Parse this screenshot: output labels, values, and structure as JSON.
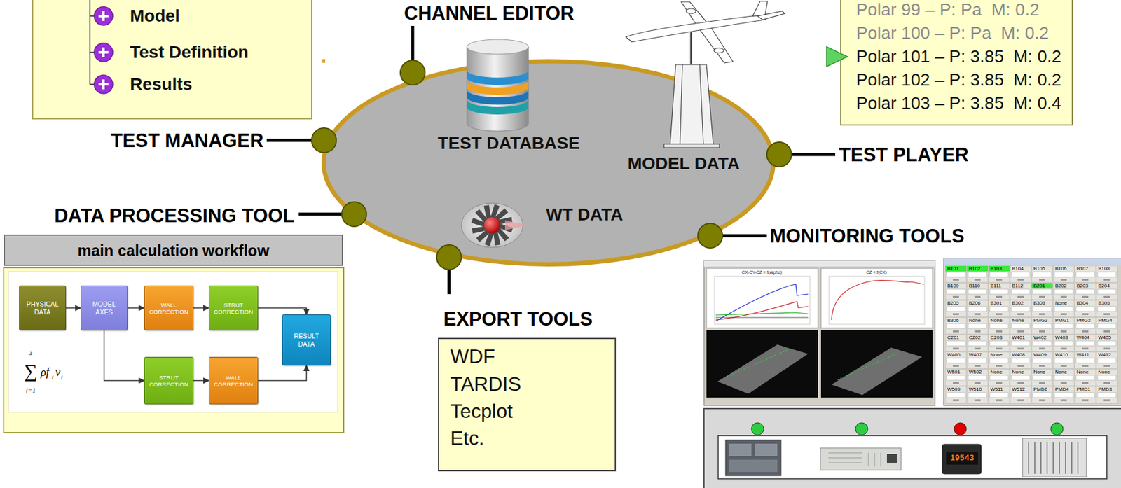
{
  "diagram": {
    "nodes": [
      {
        "text": [
          "Model",
          "Test Definition",
          "Results"
        ]
      },
      {
        "text": [
          "TEST DATABASE",
          "MODEL DATA",
          "WT DATA"
        ]
      },
      {
        "text": [
          "Polar 99 – P: Pa  M: 0.2",
          "Polar 100 – P: Pa  M: 0.2",
          "Polar 101 – P: 3.85  M: 0.2",
          "Polar 102 – P: 3.85  M: 0.2",
          "Polar 103 – P: 3.85  M: 0.4"
        ]
      },
      {
        "text": [
          "main calculation workflow"
        ]
      },
      {
        "text": [
          "PHYSICAL DATA"
        ]
      },
      {
        "text": [
          "MODEL AXES"
        ]
      },
      {
        "text": [
          "WALL CORRECTION"
        ]
      },
      {
        "text": [
          "STRUT CORRECTION"
        ]
      },
      {
        "text": [
          "RESULT DATA"
        ]
      },
      {
        "text": [
          "STRUT CORRECTION"
        ]
      },
      {
        "text": [
          "WALL CORRECTION"
        ]
      },
      {
        "text": [
          "WDF",
          "TARDIS",
          "Tecplot",
          "Etc."
        ]
      }
    ],
    "edges": [
      {
        "from": 4,
        "to": 5,
        "arrow": "to"
      },
      {
        "from": 5,
        "to": 6,
        "arrow": "to"
      },
      {
        "from": 6,
        "to": 7,
        "arrow": "to"
      },
      {
        "from": 7,
        "to": 8,
        "arrow": "to"
      },
      {
        "from": 5,
        "to": 9,
        "arrow": "to"
      },
      {
        "from": 9,
        "to": 10,
        "arrow": "to"
      },
      {
        "from": 10,
        "to": 8,
        "arrow": "to"
      }
    ],
    "labels": [
      "CHANNEL EDITOR",
      "TEST MANAGER",
      "DATA PROCESSING TOOL",
      "EXPORT TOOLS",
      "MONITORING TOOLS",
      "TEST PLAYER",
      "3",
      "∑",
      "i=1",
      "ρf",
      "i",
      "v",
      "i",
      "CX-CY-CZ = f(Alpha)",
      "CZ = f(CX)",
      "19543",
      "B101",
      "B102",
      "B103",
      "B104",
      "B105",
      "B106",
      "B107",
      "B108",
      "B109",
      "B110",
      "B111",
      "B112",
      "B201",
      "B202",
      "B203",
      "B204",
      "B205",
      "B206",
      "B301",
      "B302",
      "B303",
      "None",
      "B304",
      "B305",
      "B306",
      "None",
      "None",
      "None",
      "PMG3",
      "PMG1",
      "PMG2",
      "PMG4",
      "C201",
      "C202",
      "C203",
      "W401",
      "W402",
      "W403",
      "W404",
      "W405",
      "W406",
      "W407",
      "None",
      "W408",
      "W409",
      "W410",
      "W411",
      "W412",
      "W501",
      "W502",
      "None",
      "None",
      "None",
      "None",
      "None",
      "None",
      "W509",
      "W510",
      "W511",
      "W512",
      "PMD2",
      "PMD4",
      "PMD1",
      "PMD3"
    ]
  }
}
